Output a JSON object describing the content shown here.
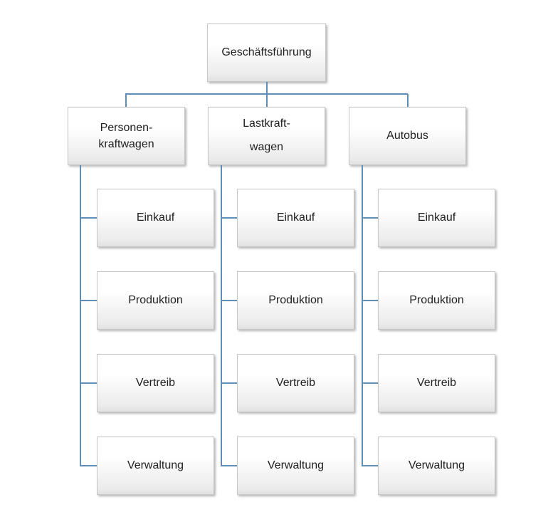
{
  "diagram": {
    "type": "org-chart",
    "root": {
      "label": "Geschäftsführung"
    },
    "branches": [
      {
        "label": "Personen-\nkraftwagen",
        "children": [
          "Einkauf",
          "Produktion",
          "Vertreib",
          "Verwaltung"
        ]
      },
      {
        "label": "Lastkraft-\nwagen",
        "children": [
          "Einkauf",
          "Produktion",
          "Vertreib",
          "Verwaltung"
        ]
      },
      {
        "label": "Autobus",
        "children": [
          "Einkauf",
          "Produktion",
          "Vertreib",
          "Verwaltung"
        ]
      }
    ],
    "colors": {
      "connector": "#5f8db8",
      "box_border": "#c6c6c6",
      "box_fill_top": "#ffffff",
      "box_fill_bottom": "#e2e2e2",
      "text": "#1f1f1f"
    }
  }
}
